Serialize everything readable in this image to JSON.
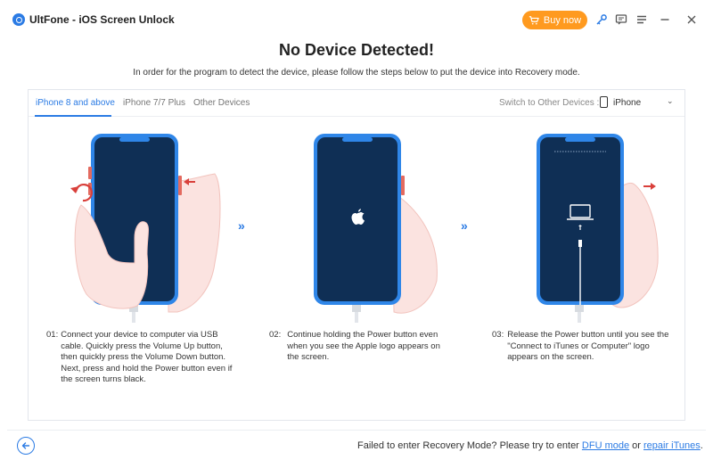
{
  "app": {
    "title": "UltFone - iOS Screen Unlock",
    "buy_label": "Buy now",
    "icons": [
      "key-icon",
      "feedback-icon",
      "menu-icon",
      "minimize-icon",
      "close-icon"
    ]
  },
  "header": {
    "title": "No Device Detected!",
    "subtitle": "In order for the program to detect the device, please follow the steps below to put the device into Recovery mode."
  },
  "tabs": [
    {
      "label": "iPhone 8 and above",
      "active": true
    },
    {
      "label": "iPhone 7/7 Plus",
      "active": false
    },
    {
      "label": "Other Devices",
      "active": false
    }
  ],
  "device_switch": {
    "label": "Switch to Other Devices :",
    "selected": "iPhone"
  },
  "steps": [
    {
      "num": "01:",
      "text": "Connect your device to computer via USB cable. Quickly press the Volume Up button, then quickly press the Volume Down button. Next, press and hold the Power button even if the screen turns black."
    },
    {
      "num": "02:",
      "text": "Continue holding the Power button even when you see the Apple logo appears on the screen."
    },
    {
      "num": "03:",
      "text": "Release the Power button until you see the \"Connect to iTunes or Computer\" logo appears on the screen."
    }
  ],
  "step_arrow_glyph": "»",
  "footer": {
    "prefix": "Failed to enter Recovery Mode? Please try to enter ",
    "dfu_link": "DFU mode",
    "middle": " or ",
    "itunes_link": "repair iTunes",
    "suffix": "."
  },
  "colors": {
    "accent": "#2b7be4",
    "buy": "#ff9a1f",
    "phone_frame": "#2f86e8",
    "phone_screen": "#0f2f55",
    "arrow_red": "#d9403b",
    "hand": "#fbe3e0"
  }
}
